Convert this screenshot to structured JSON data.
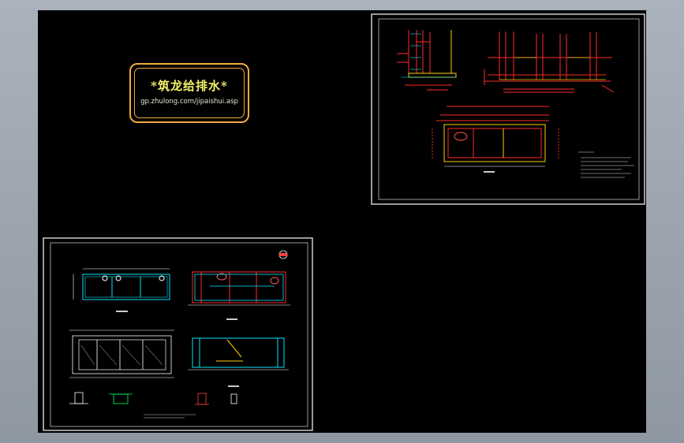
{
  "logo": {
    "title": "*筑龙给排水*",
    "url": "gp.zhulong.com/jipaishui.asp"
  },
  "colors": {
    "background": "#000000",
    "frame": "#9ea7b2",
    "sheet_border": "#ffffff",
    "logo_border": "#f2a93b",
    "logo_title": "#f4f06a",
    "cad_red": "#ff2020",
    "cad_cyan": "#00e5ff",
    "cad_yellow": "#ffff40"
  },
  "sheets": [
    {
      "name": "sheet-top-right",
      "content": "drawing-sheet"
    },
    {
      "name": "sheet-bottom-left",
      "content": "drawing-sheet"
    }
  ]
}
